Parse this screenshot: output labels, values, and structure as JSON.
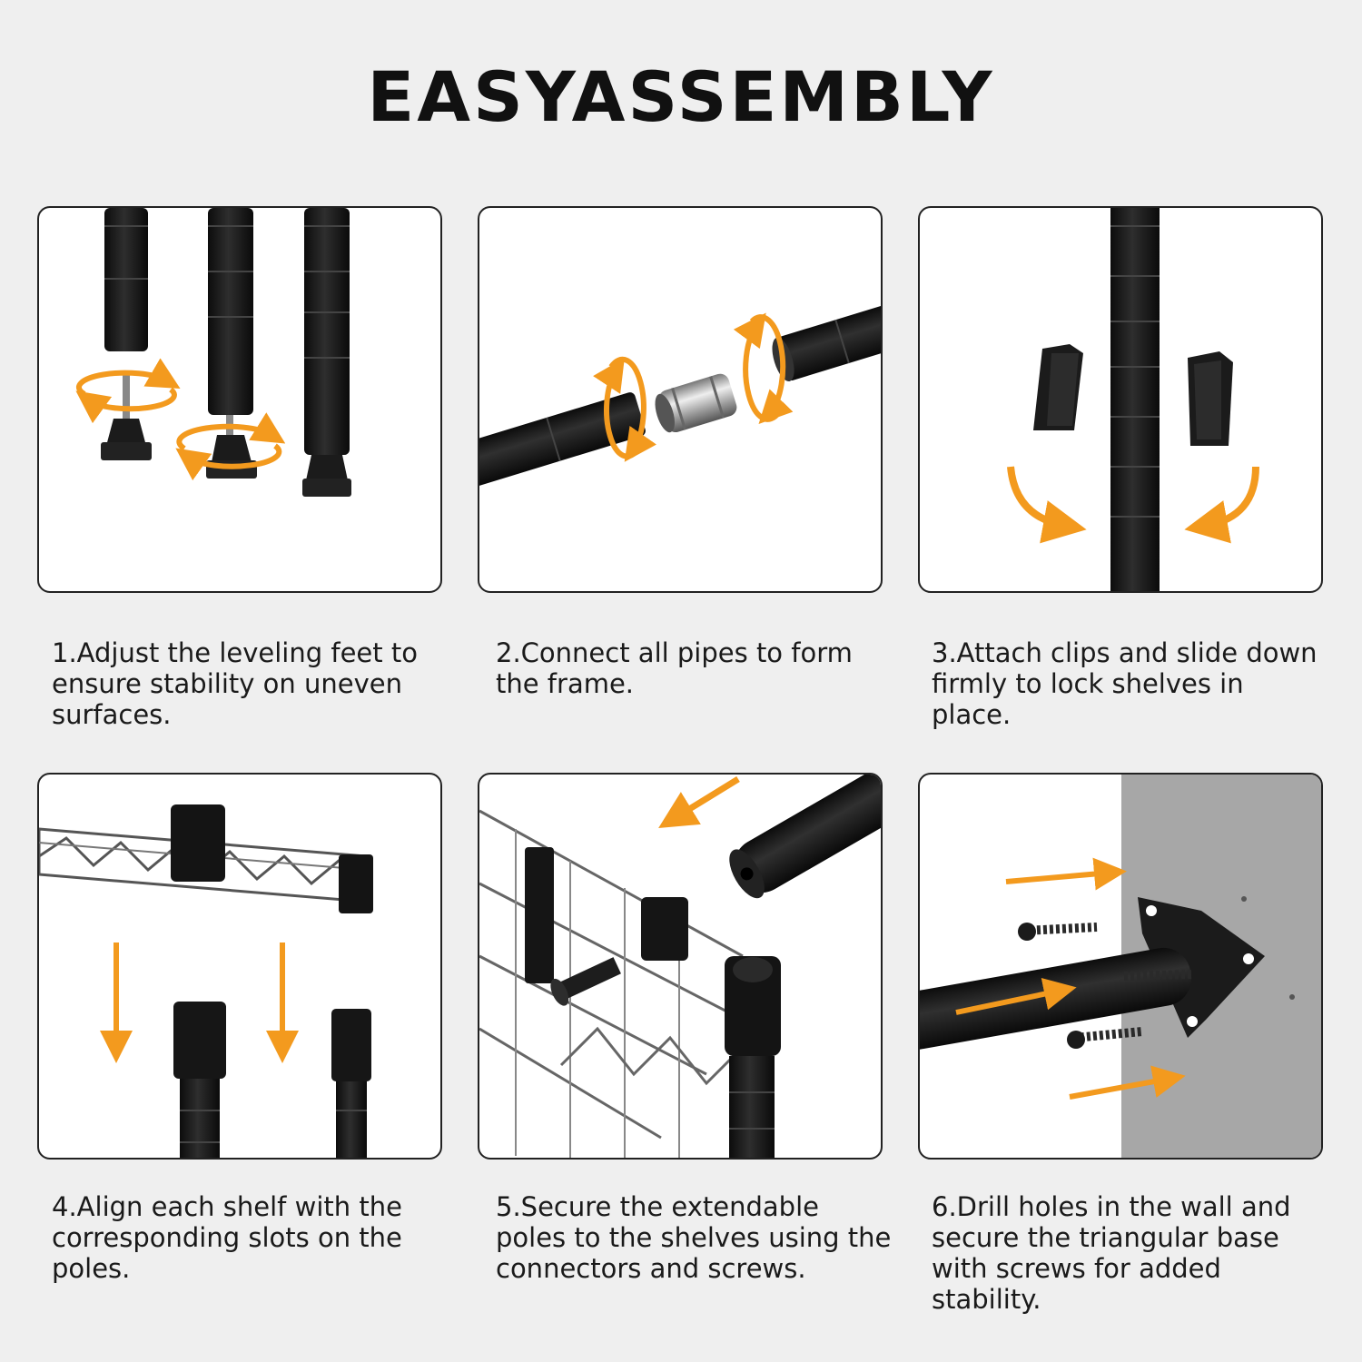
{
  "title": "EASYASSEMBLY",
  "colors": {
    "accent": "#f39a1e",
    "metal": "#1b1b1b",
    "chrome": "#b8b8b8",
    "wall": "#a7a7a7"
  },
  "steps": [
    {
      "caption": "1.Adjust the leveling feet to ensure stability on uneven surfaces.",
      "illustration": "leveling-feet"
    },
    {
      "caption": "2.Connect all pipes to form the frame.",
      "illustration": "pipe-connector"
    },
    {
      "caption": "3.Attach clips and slide down firmly to lock shelves in place.",
      "illustration": "shelf-clips"
    },
    {
      "caption": "4.Align each shelf with the corresponding slots on the poles.",
      "illustration": "shelf-alignment"
    },
    {
      "caption": "5.Secure the extendable poles to the shelves using the connectors and screws.",
      "illustration": "extendable-poles"
    },
    {
      "caption": "6.Drill holes in the wall and secure the triangular base with screws for added stability.",
      "illustration": "wall-mount"
    }
  ]
}
